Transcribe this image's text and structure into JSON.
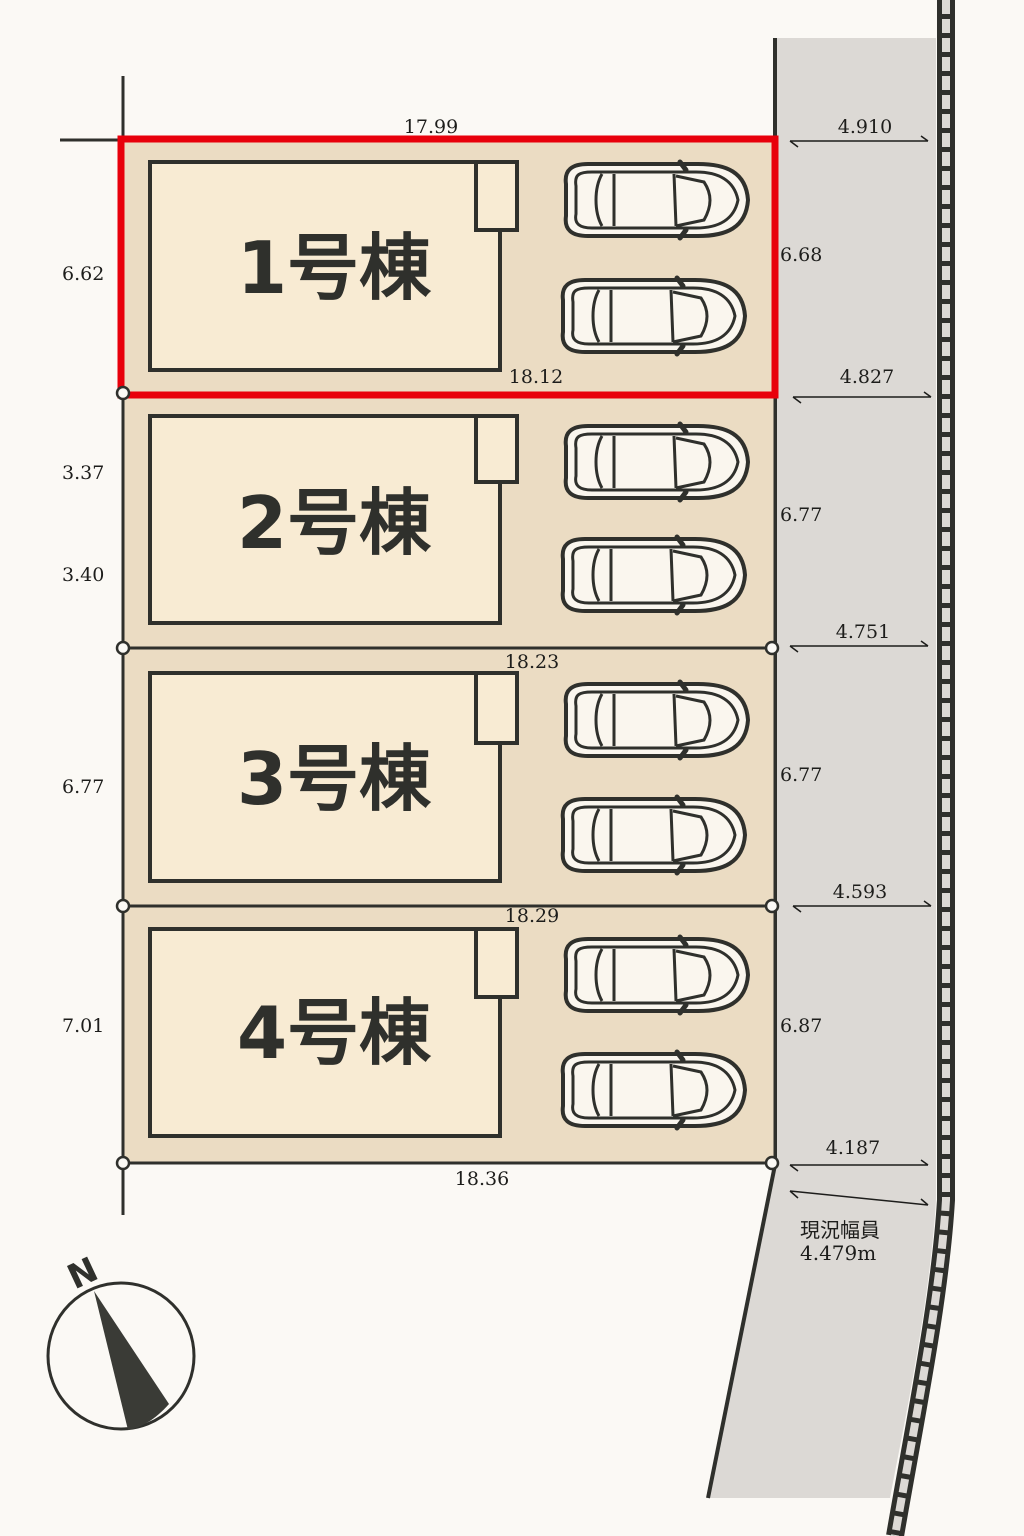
{
  "colors": {
    "background": "#fbf9f5",
    "lot_fill": "#ebdcc3",
    "building_fill": "#f8ebd3",
    "road_fill": "#dcd9d5",
    "line": "#2f302c",
    "highlight": "#e8000b"
  },
  "lots": [
    {
      "id": "lot-1",
      "label": "1号棟",
      "left_dim": "6.62",
      "right_dim": "6.68",
      "bottom_dim": "18.12",
      "highlighted": true
    },
    {
      "id": "lot-2",
      "label": "2号棟",
      "left_dim_upper": "3.37",
      "left_dim_lower": "3.40",
      "right_dim": "6.77",
      "bottom_dim": "18.23",
      "highlighted": false
    },
    {
      "id": "lot-3",
      "label": "3号棟",
      "left_dim": "6.77",
      "right_dim": "6.77",
      "bottom_dim": "18.29",
      "highlighted": false
    },
    {
      "id": "lot-4",
      "label": "4号棟",
      "left_dim": "7.01",
      "right_dim": "6.87",
      "bottom_dim": "18.36",
      "highlighted": false
    }
  ],
  "top_dim": "17.99",
  "road": {
    "widths": [
      "4.910",
      "4.827",
      "4.751",
      "4.593",
      "4.187"
    ],
    "current_width_label": "現況幅員",
    "current_width_value": "4.479m"
  },
  "compass": {
    "label": "N",
    "icon": "north-arrow-icon"
  },
  "parking": {
    "spaces_per_lot": 2,
    "icon": "car-icon"
  }
}
